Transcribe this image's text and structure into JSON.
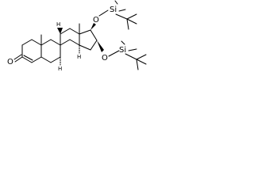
{
  "molecule": {
    "atoms": {
      "ketone_oxygen": "O",
      "tbs_top_oxygen": "O",
      "tbs_top_silicon": "Si",
      "tbs_bottom_oxygen": "O",
      "tbs_bottom_silicon": "Si",
      "stereo_h_c8": "H",
      "stereo_h_c9": "H",
      "stereo_h_c14": "H"
    }
  }
}
